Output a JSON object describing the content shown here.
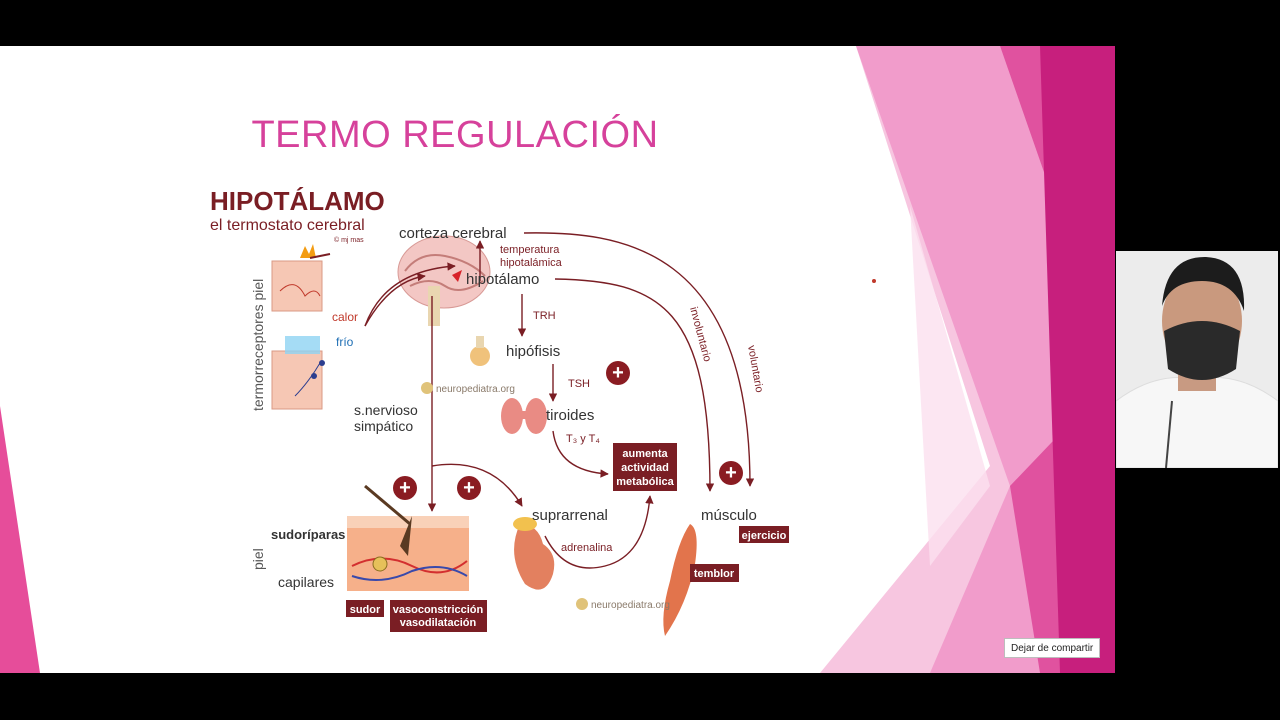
{
  "slide": {
    "title": "TERMO REGULACIÓN",
    "diagram": {
      "heading": "HIPOTÁLAMO",
      "subheading": "el termostato cerebral",
      "credit": "© mj mas",
      "labels": {
        "corteza": "corteza cerebral",
        "temp1": "temperatura",
        "temp2": "hipotalámica",
        "hipotalamo": "hipotálamo",
        "trh": "TRH",
        "hipofisis": "hipófisis",
        "tsh": "TSH",
        "tiroides": "tiroides",
        "t3t4": "T₃ y T₄",
        "termo_piel": "termorreceptores piel",
        "calor": "calor",
        "frio": "frío",
        "snervioso1": "s.nervioso",
        "snervioso2": "simpático",
        "involuntario": "involuntario",
        "voluntario": "voluntario",
        "aumenta1": "aumenta",
        "aumenta2": "actividad",
        "aumenta3": "metabólica",
        "suprarrenal": "suprarrenal",
        "adrenalina": "adrenalina",
        "musculo": "músculo",
        "ejercicio": "ejercicio",
        "temblor": "temblor",
        "sudoriparas": "sudoríparas",
        "capilares": "capilares",
        "piel": "piel",
        "sudor": "sudor",
        "vaso1": "vasoconstricción",
        "vaso2": "vasodilatación",
        "watermark": "neuropediatra.org"
      }
    }
  },
  "controls": {
    "stop_share": "Dejar de compartir"
  },
  "colors": {
    "accent": "#d6419b",
    "diagram": "#7a1e24",
    "pink": "#e0529f"
  }
}
